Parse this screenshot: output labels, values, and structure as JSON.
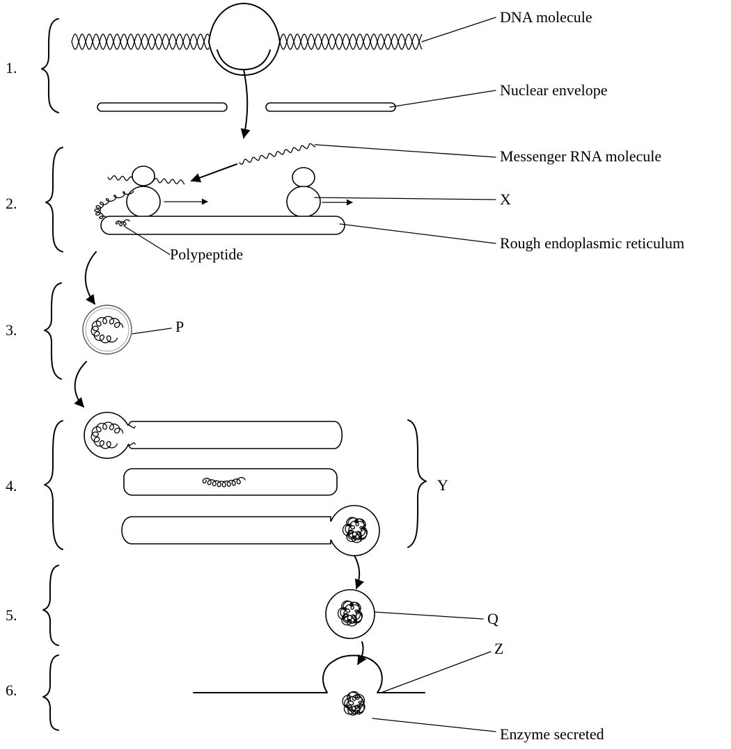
{
  "steps": [
    "1.",
    "2.",
    "3.",
    "4.",
    "5.",
    "6."
  ],
  "labels": {
    "dna": "DNA molecule",
    "nuclear_envelope": "Nuclear envelope",
    "mrna": "Messenger RNA molecule",
    "x": "X",
    "rer": "Rough endoplasmic reticulum",
    "polypeptide": "Polypeptide",
    "p": "P",
    "y": "Y",
    "q": "Q",
    "z": "Z",
    "enzyme": "Enzyme secreted"
  }
}
